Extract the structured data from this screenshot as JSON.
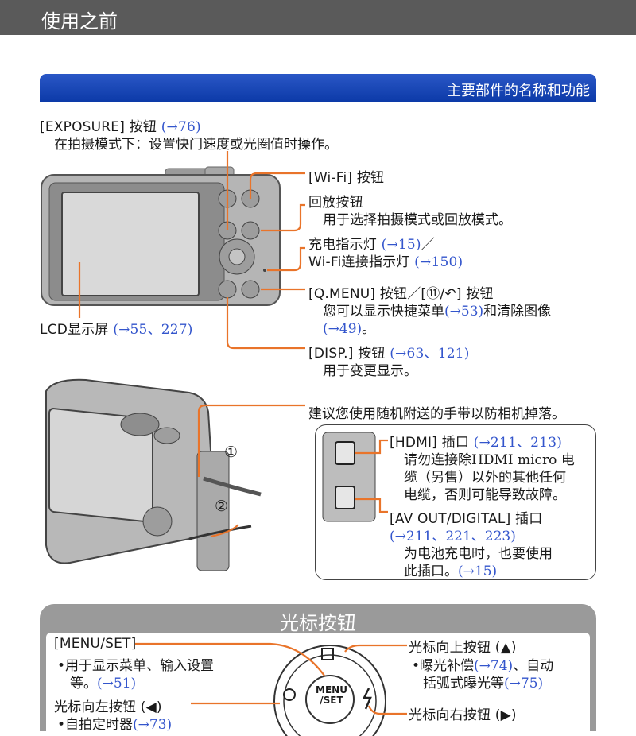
{
  "header": {
    "title": "使用之前"
  },
  "section_bar": {
    "title": "主要部件的名称和功能"
  },
  "exposure": {
    "label": "[EXPOSURE] 按钮",
    "ref": "(→76)",
    "desc": "在拍摄模式下：设置快门速度或光圈值时操作。"
  },
  "wifi_button": {
    "label": "[Wi-Fi] 按钮"
  },
  "playback": {
    "label": "回放按钮",
    "desc": "用于选择拍摄模式或回放模式。"
  },
  "charge": {
    "label": "充电指示灯",
    "ref": "(→15)",
    "slash": "／",
    "line2": "Wi-Fi连接指示灯",
    "ref2": "(→150)"
  },
  "qmenu": {
    "label": "[Q.MENU] 按钮／[",
    "trash": "⑪",
    "slash": "/",
    "back": "↶",
    "label_end": "] 按钮",
    "desc1_a": "您可以显示快捷菜单",
    "desc1_ref": "(→53)",
    "desc1_b": "和清除图像",
    "desc2_ref": "(→49)",
    "desc2_end": "。"
  },
  "lcd": {
    "label": "LCD显示屏",
    "ref": "(→55、227)"
  },
  "disp": {
    "label": "[DISP.] 按钮",
    "ref": "(→63、121)",
    "desc": "用于变更显示。"
  },
  "strap": {
    "desc": "建议您使用随机附送的手带以防相机掉落。",
    "step1": "①",
    "step2": "②"
  },
  "hdmi": {
    "label": "[HDMI] 插口",
    "ref": "(→211、213)",
    "desc1": "请勿连接除HDMI micro 电",
    "desc2": "缆（另售）以外的其他任何",
    "desc3": "电缆，否则可能导致故障。"
  },
  "avout": {
    "label": "[AV OUT/DIGITAL] 插口",
    "ref": "(→211、221、223)",
    "desc1": "为电池充电时，也要使用",
    "desc2_a": "此插口。",
    "desc2_ref": "(→15)"
  },
  "cursor": {
    "title": "光标按钮",
    "menu_set": {
      "label": "[MENU/SET]",
      "desc1": "•用于显示菜单、输入设置",
      "desc2_a": "等。",
      "desc2_ref": "(→51)",
      "button_l1": "MENU",
      "button_l2": "/SET"
    },
    "up": {
      "label": "光标向上按钮 (▲)",
      "desc1_a": "•曝光补偿",
      "desc1_ref": "(→74)",
      "desc1_b": "、自动",
      "desc2_a": "括弧式曝光等",
      "desc2_ref": "(→75)"
    },
    "left": {
      "label": "光标向左按钮 (◀)",
      "desc_a": "•自拍定时器",
      "desc_ref": "(→73)"
    },
    "right": {
      "label": "光标向右按钮 (▶)"
    }
  },
  "colors": {
    "accent": "#e9742a",
    "ref_blue": "#3355cc",
    "bar_blue": "#0c3aa8"
  }
}
